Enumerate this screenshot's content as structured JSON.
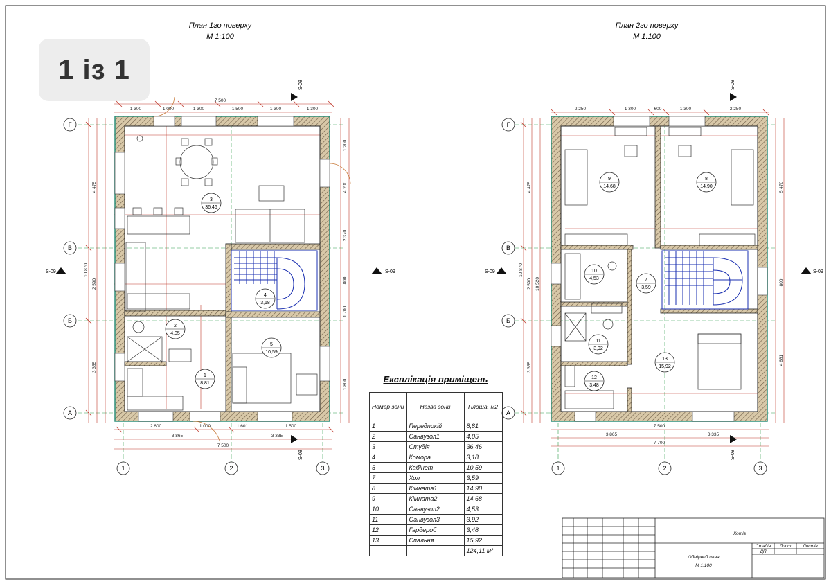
{
  "badge": {
    "text": "1 із 1"
  },
  "plan1": {
    "title": "План 1го поверху",
    "scale": "М 1:100",
    "rooms": [
      {
        "num": "3",
        "area": "36,46"
      },
      {
        "num": "4",
        "area": "3,18"
      },
      {
        "num": "2",
        "area": "4,05"
      },
      {
        "num": "5",
        "area": "10,59"
      },
      {
        "num": "1",
        "area": "8,81"
      }
    ]
  },
  "plan2": {
    "title": "План 2го поверху",
    "scale": "М 1:100",
    "rooms": [
      {
        "num": "9",
        "area": "14,68"
      },
      {
        "num": "8",
        "area": "14,90"
      },
      {
        "num": "10",
        "area": "4,53"
      },
      {
        "num": "7",
        "area": "3,59"
      },
      {
        "num": "11",
        "area": "3,92"
      },
      {
        "num": "12",
        "area": "3,48"
      },
      {
        "num": "13",
        "area": "15,92"
      }
    ]
  },
  "grid": {
    "rows": [
      "Г",
      "В",
      "Б",
      "А"
    ],
    "cols": [
      "1",
      "2",
      "3"
    ],
    "section_h": "S-09",
    "section_v": "S-08"
  },
  "dims1": {
    "top_overall": "7 500",
    "top_chain": [
      "1 300",
      "1 000",
      "1 300",
      "1 500",
      "1 300",
      "1 300"
    ],
    "bottom_chain": [
      "2 600",
      "1 000",
      "1 601",
      "1 500"
    ],
    "bottom_axes": [
      "3 865",
      "3 335"
    ],
    "bottom_overall": "7 500",
    "left_chain": [
      "4 475",
      "2 590",
      "3 355"
    ],
    "left_overall": "10 870",
    "right_chain": [
      "1 200",
      "4 200",
      "2 370",
      "800",
      "1 700",
      "1 800"
    ]
  },
  "dims2": {
    "top_chain": [
      "2 250",
      "1 300",
      "600",
      "1 300",
      "2 250"
    ],
    "bottom_axes": [
      "3 865",
      "3 335"
    ],
    "bottom_overall": "7 500",
    "bottom_overall2": "7 700",
    "left_chain": [
      "4 475",
      "2 590",
      "3 355"
    ],
    "left_overall": "10 870",
    "left_overall2": "10 520",
    "right_chain": [
      "5 470",
      "800",
      "4 681"
    ]
  },
  "explication": {
    "title": "Експлікація приміщень",
    "headers": [
      "Номер зони",
      "Назва зони",
      "Площа, м2"
    ],
    "rows": [
      [
        "1",
        "Передпокій",
        "8,81"
      ],
      [
        "2",
        "Санвузол1",
        "4,05"
      ],
      [
        "3",
        "Студія",
        "36,46"
      ],
      [
        "4",
        "Комора",
        "3,18"
      ],
      [
        "5",
        "Кабінет",
        "10,59"
      ],
      [
        "7",
        "Хол",
        "3,59"
      ],
      [
        "8",
        "Кімната1",
        "14,90"
      ],
      [
        "9",
        "Кімната2",
        "14,68"
      ],
      [
        "10",
        "Санвузол2",
        "4,53"
      ],
      [
        "11",
        "Санвузол3",
        "3,92"
      ],
      [
        "12",
        "Гардероб",
        "3,48"
      ],
      [
        "13",
        "Спальня",
        "15,92"
      ]
    ],
    "total": "124,11 м²"
  },
  "stamp": {
    "project": "Хотів",
    "stage_label": "Стадія",
    "sheet_label": "Лист",
    "sheets_label": "Листів",
    "stage_value": "ДП",
    "drawing_name": "Обмірний план",
    "drawing_scale": "М 1:100"
  },
  "colors": {
    "wall_fill": "#c9b79a",
    "hatch": "#5a4b3a",
    "insulation": "#2d8f7a",
    "dim": "#c0392b",
    "stair": "#1a2fb0",
    "axis": "#2c9c4a"
  }
}
